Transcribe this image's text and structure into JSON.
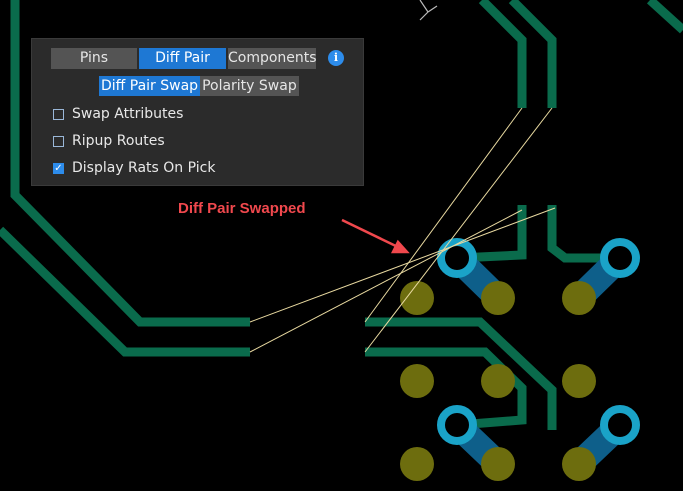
{
  "panel": {
    "tabs": [
      {
        "label": "Pins",
        "active": false
      },
      {
        "label": "Diff Pair",
        "active": true
      },
      {
        "label": "Components",
        "active": false
      }
    ],
    "info_icon": "info-icon",
    "subtabs": [
      {
        "label": "Diff Pair Swap",
        "active": true
      },
      {
        "label": "Polarity Swap",
        "active": false
      }
    ],
    "options": [
      {
        "label": "Swap Attributes",
        "checked": false
      },
      {
        "label": "Ripup Routes",
        "checked": false
      },
      {
        "label": "Display Rats On Pick",
        "checked": true
      }
    ]
  },
  "annotation": {
    "text": "Diff Pair Swapped",
    "color": "#f0484d"
  },
  "colors": {
    "trace": "#0a6b4c",
    "via_ring": "#1aa3c8",
    "pad": "#6d6d0e",
    "ratsnest": "#e8d9a0",
    "background": "#000000"
  }
}
